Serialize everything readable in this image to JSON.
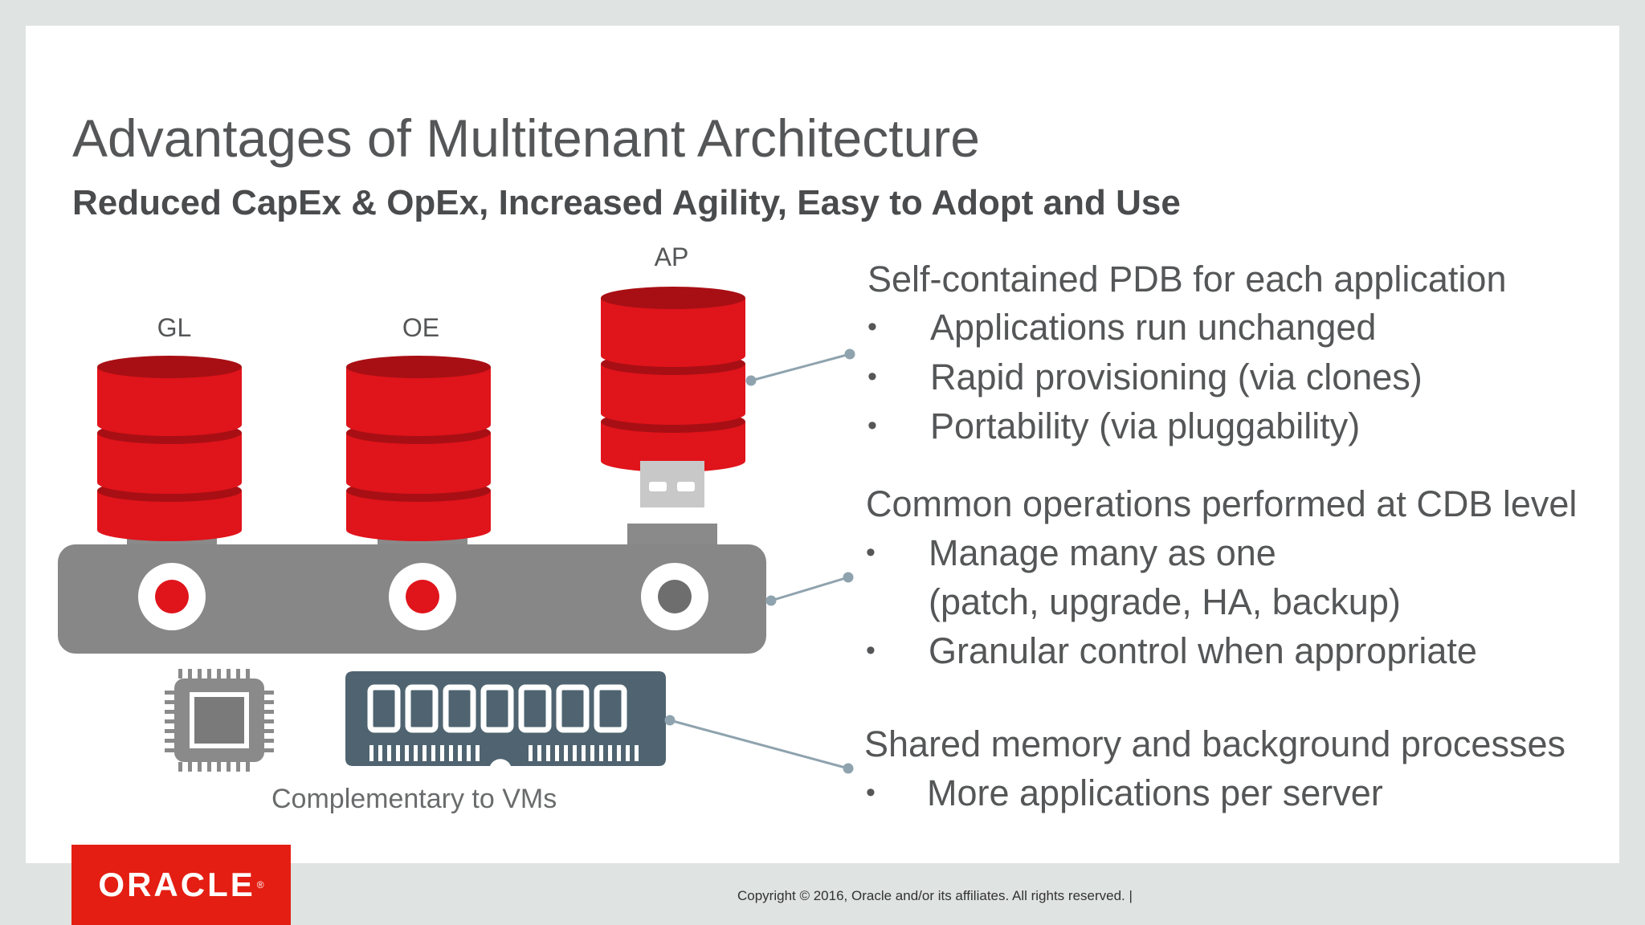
{
  "title": "Advantages of Multitenant Architecture",
  "subtitle": "Reduced CapEx & OpEx, Increased Agility, Easy to Adopt and Use",
  "diagram": {
    "labels": {
      "gl": "GL",
      "oe": "OE",
      "ap": "AP"
    },
    "caption": "Complementary to VMs",
    "icons": [
      "database-icon",
      "usb-plug-icon",
      "cpu-chip-icon",
      "memory-module-icon"
    ],
    "colors": {
      "database_red": "#e0141b",
      "container_gray": "#888888",
      "memory_slate": "#4f6470",
      "connector": "#8fa3ae"
    }
  },
  "sections": [
    {
      "heading": "Self-contained PDB for each application",
      "items": [
        "Applications run unchanged",
        "Rapid provisioning (via clones)",
        "Portability (via pluggability)"
      ]
    },
    {
      "heading": "Common operations performed at CDB level",
      "items": [
        "Manage many as one",
        "(patch, upgrade, HA, backup)",
        "Granular control when appropriate"
      ]
    },
    {
      "heading": "Shared memory and background processes",
      "items": [
        "More applications per server"
      ]
    }
  ],
  "bullet_char": "•",
  "logo": {
    "text": "ORACLE",
    "mark": "®"
  },
  "footer": "Copyright © 2016, Oracle and/or its affiliates. All rights reserved.  |"
}
